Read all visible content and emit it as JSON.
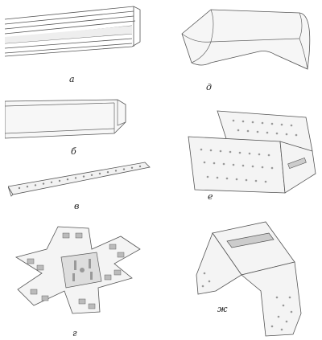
{
  "labels": {
    "a": "а",
    "b": "б",
    "v": "в",
    "g": "г",
    "d": "д",
    "e": "е",
    "zh": "ж"
  },
  "icons": {
    "a": "stacked-profile-strips-icon",
    "b": "u-channel-profile-icon",
    "v": "perforated-angle-profile-icon",
    "g": "cross-connector-plate-icon",
    "d": "curved-saddle-profile-icon",
    "e": "perforated-channel-bracket-icon",
    "zh": "u-hanger-bracket-icon"
  }
}
